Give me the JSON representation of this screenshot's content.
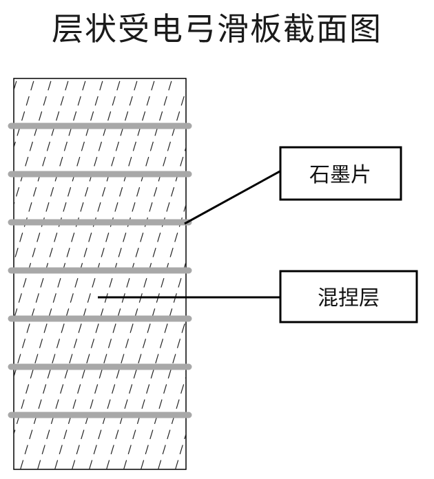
{
  "title": "层状受电弓滑板截面图",
  "labels": {
    "graphite": "石墨片",
    "mixed_layer": "混捏层"
  },
  "colors": {
    "outline": "#000000",
    "hatch": "#222222",
    "graphite_band": "#a8a8a8",
    "background": "#ffffff"
  }
}
